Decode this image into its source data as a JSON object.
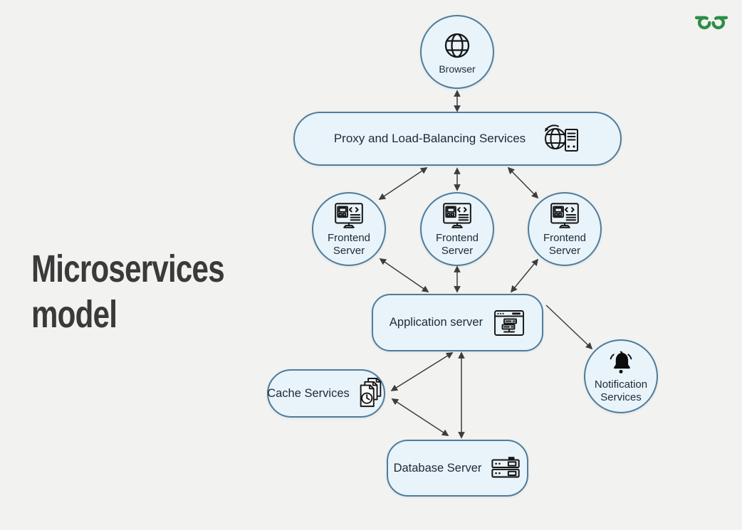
{
  "title": {
    "line1": "Microservices",
    "line2": "model"
  },
  "logo": {
    "name": "GeeksforGeeks",
    "color": "#2f8d46"
  },
  "colors": {
    "background": "#f2f2f0",
    "node_fill": "#e9f3fa",
    "node_border": "#4d7d9d",
    "arrow": "#3d3d3d",
    "title_text": "#3a3a3a",
    "label_text": "#1e2a33",
    "icon_stroke": "#151515"
  },
  "diagram": {
    "nodes": {
      "browser": {
        "label": "Browser",
        "shape": "circle",
        "icon": "globe-icon"
      },
      "proxy": {
        "label": "Proxy and Load-Balancing Services",
        "shape": "pill",
        "icon": "globe-server-icon"
      },
      "frontend1": {
        "label": "Frontend Server",
        "shape": "circle",
        "icon": "frontend-monitor-icon"
      },
      "frontend2": {
        "label": "Frontend Server",
        "shape": "circle",
        "icon": "frontend-monitor-icon"
      },
      "frontend3": {
        "label": "Frontend Server",
        "shape": "circle",
        "icon": "frontend-monitor-icon"
      },
      "application": {
        "label": "Application server",
        "shape": "rounded-rect",
        "icon": "app-window-server-icon"
      },
      "cache": {
        "label": "Cache Services",
        "shape": "pill",
        "icon": "cached-documents-icon"
      },
      "notification": {
        "label": "Notification Services",
        "shape": "circle",
        "icon": "bell-icon"
      },
      "database": {
        "label": "Database Server",
        "shape": "rounded-rect",
        "icon": "server-rack-icon"
      }
    },
    "edges": [
      {
        "from": "browser",
        "to": "proxy",
        "direction": "both"
      },
      {
        "from": "proxy",
        "to": "frontend1",
        "direction": "both"
      },
      {
        "from": "proxy",
        "to": "frontend2",
        "direction": "both"
      },
      {
        "from": "proxy",
        "to": "frontend3",
        "direction": "both"
      },
      {
        "from": "frontend1",
        "to": "application",
        "direction": "both"
      },
      {
        "from": "frontend2",
        "to": "application",
        "direction": "both"
      },
      {
        "from": "frontend3",
        "to": "application",
        "direction": "both"
      },
      {
        "from": "application",
        "to": "notification",
        "direction": "to"
      },
      {
        "from": "application",
        "to": "cache",
        "direction": "both"
      },
      {
        "from": "application",
        "to": "database",
        "direction": "both"
      },
      {
        "from": "cache",
        "to": "database",
        "direction": "both"
      }
    ]
  }
}
